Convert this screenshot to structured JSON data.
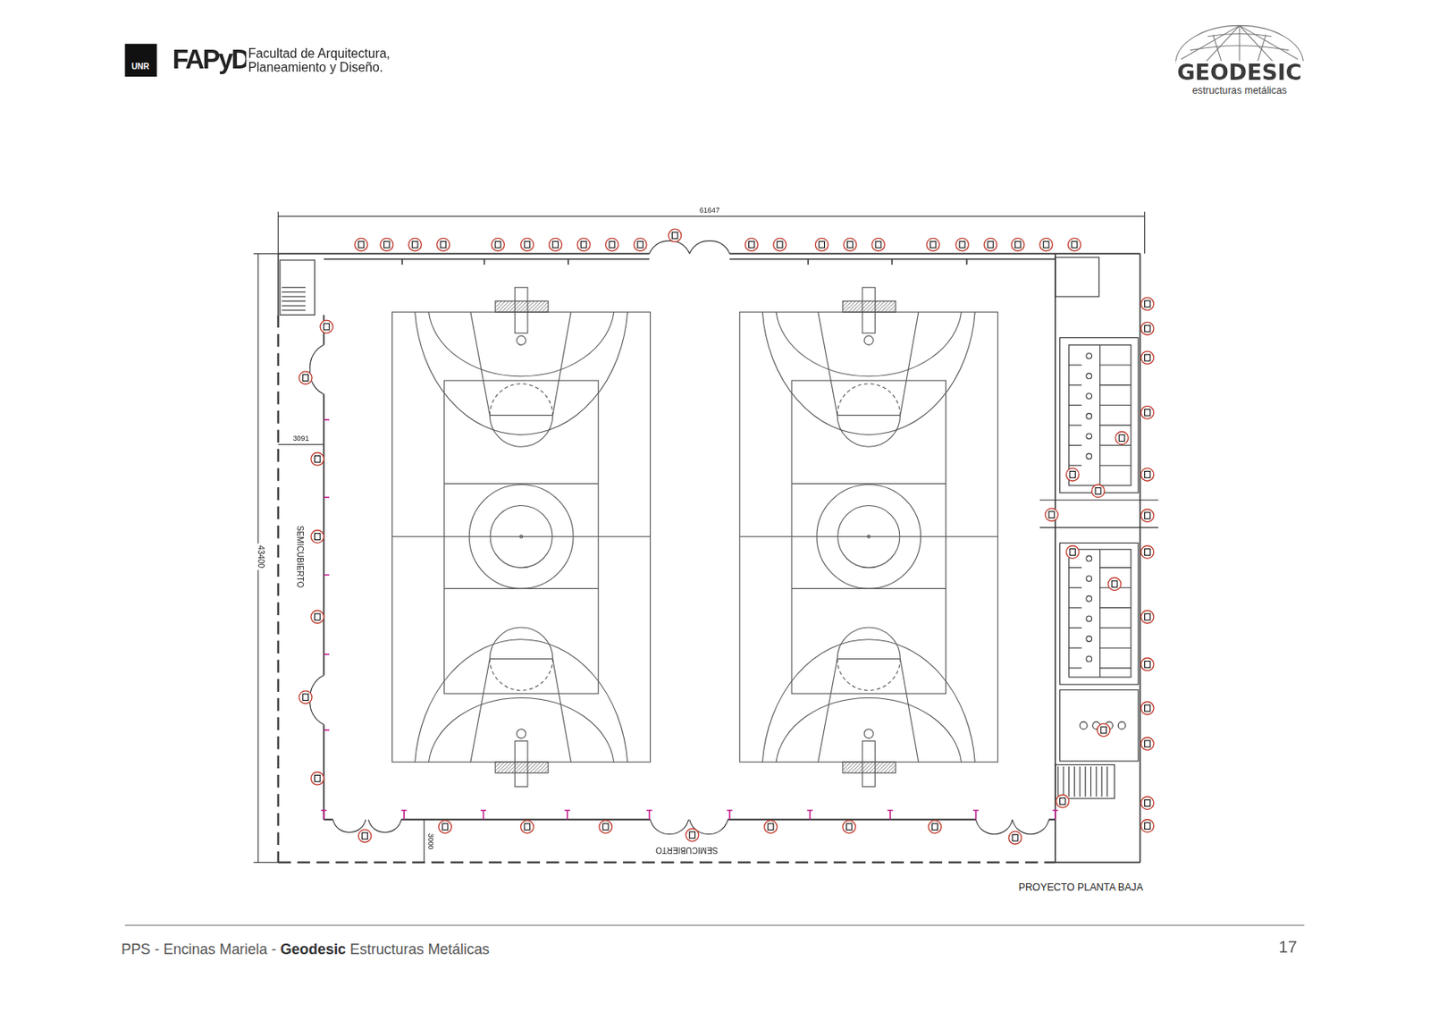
{
  "diagram": {
    "labels": [
      "UNR",
      "FAPyD",
      "Facultad de Arquitectura,",
      "Planeamiento y Diseño.",
      "GEODESIC",
      "estructuras metálicas",
      "61647",
      "43400",
      "3091",
      "SEMICUBIERTO",
      "3000",
      "SEMICUBIERTO",
      "PROYECTO PLANTA BAJA",
      "PPS - Encinas Mariela - ",
      "Geodesic",
      " Estructuras Metálicas",
      "17"
    ]
  }
}
